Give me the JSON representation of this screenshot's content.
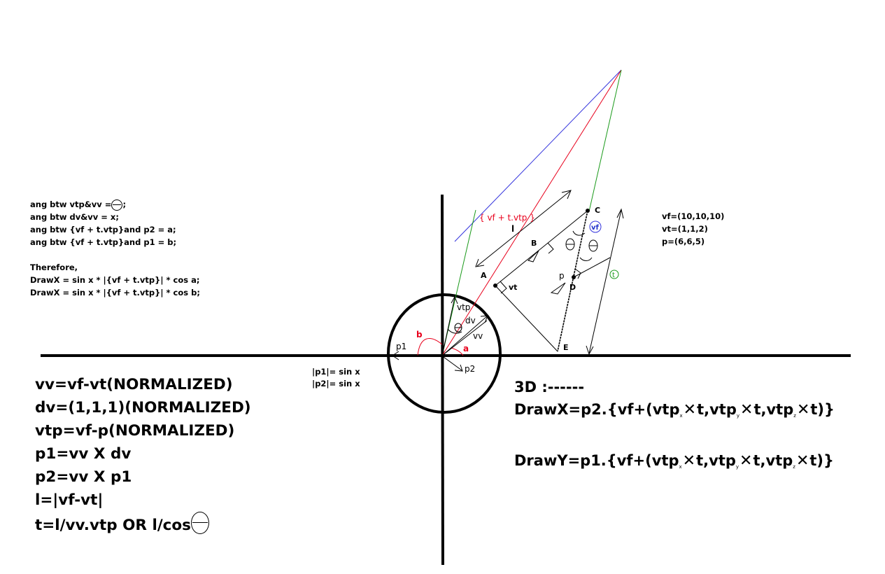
{
  "notes_top": {
    "line1_prefix": "ang btw vtp&vv =",
    "line1_suffix": ";",
    "line2": "ang btw dv&vv = x;",
    "line3": "ang btw {vf + t.vtp}and p2 = a;",
    "line4": "ang btw {vf + t.vtp}and p1 = b;",
    "line5": "Therefore,",
    "line6": "DrawX = sin x * |{vf + t.vtp}| * cos a;",
    "line7": "DrawX = sin x * |{vf + t.vtp}| * cos b;"
  },
  "coords": {
    "vf": "vf=(10,10,10)",
    "vt": "vt=(1,1,2)",
    "p": "p=(6,6,5)"
  },
  "sin_notes": {
    "line1": "|p1|= sin x",
    "line2": "|p2|= sin x"
  },
  "definitions": {
    "vv": "vv=vf-vt(NORMALIZED)",
    "dv": "dv=(1,1,1)(NORMALIZED)",
    "vtp": "vtp=vf-p(NORMALIZED)",
    "p1": "p1=vv X dv",
    "p2": "p2=vv X p1",
    "l": "l=|vf-vt|",
    "t_prefix": "t=l/vv.vtp OR l/cos"
  },
  "three_d": {
    "heading": "3D :------",
    "drawx_prefix": "DrawX=p2.{vf+(vtp",
    "drawy_prefix": "DrawY=p1.{vf+(vtp",
    "sub_x": "x",
    "sub_y": "y",
    "sub_z": "z",
    "t_sep": "t,vtp",
    "t_end": "t)}"
  },
  "diagram_labels": {
    "vf_plus_tvtp": "{ vf + t.vtp }",
    "l": "l",
    "A": "A",
    "B": "B",
    "C": "C",
    "D": "D",
    "E": "E",
    "p": "p",
    "vt": "vt",
    "vf": "vf",
    "t": "t",
    "vtp": "vtp",
    "dv": "dv",
    "vv": "vv",
    "p1": "p1",
    "p2": "p2",
    "a": "a",
    "b": "b"
  },
  "colors": {
    "ink": "#000000",
    "red": "#e8001c",
    "green": "#1a9a1a",
    "blue": "#3333dd",
    "blue_label": "#2233cc"
  }
}
